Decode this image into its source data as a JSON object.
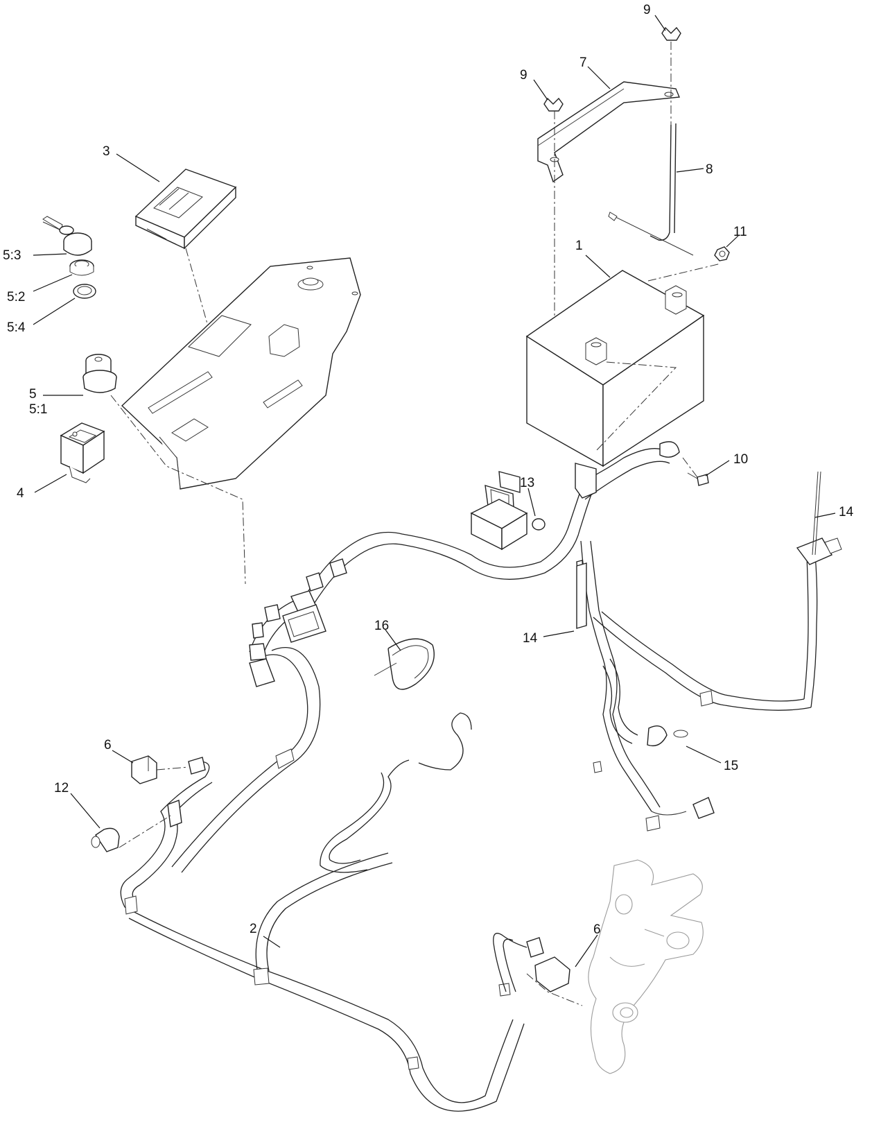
{
  "diagram": {
    "callouts": {
      "c1": "1",
      "c2": "2",
      "c3": "3",
      "c4": "4",
      "c5": "5",
      "c5_1": "5:1",
      "c5_2": "5:2",
      "c5_3": "5:3",
      "c5_4": "5:4",
      "c6a": "6",
      "c6b": "6",
      "c7": "7",
      "c8": "8",
      "c9a": "9",
      "c9b": "9",
      "c10": "10",
      "c11": "11",
      "c12": "12",
      "c13": "13",
      "c14a": "14",
      "c14b": "14",
      "c15": "15",
      "c16": "16"
    }
  }
}
